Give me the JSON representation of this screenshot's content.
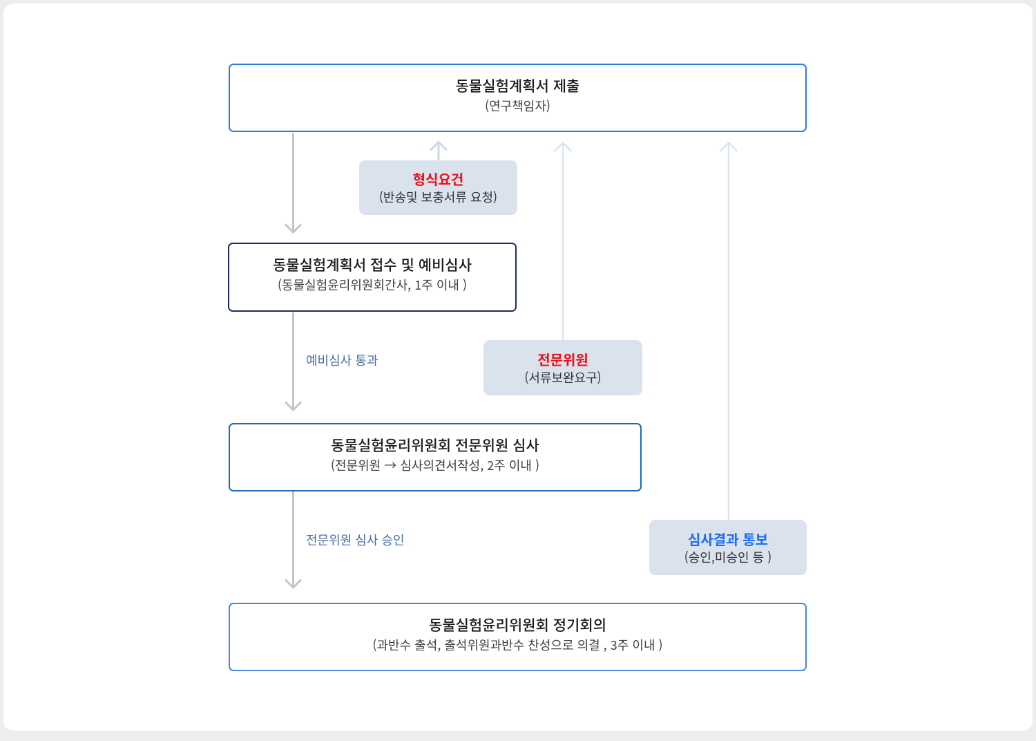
{
  "page": {
    "background_color": "#ededed",
    "card_background_color": "#ffffff"
  },
  "diagram": {
    "type": "flowchart",
    "language": "ko",
    "nodes": [
      {
        "id": "submit",
        "title": "동물실험계획서 제출",
        "subtitle": "(연구책임자)",
        "border_color": "#2e7cd9",
        "fill": "#ffffff"
      },
      {
        "id": "receipt",
        "title": "동물실험계획서 접수 및 예비심사",
        "subtitle": "(동물실험윤리위원회간사, 1주 이내 )",
        "border_color": "#1b2d5f",
        "fill": "#ffffff"
      },
      {
        "id": "expert_review",
        "title": "동물실험윤리위원회 전문위원 심사",
        "subtitle": "(전문위원 → 심사의견서작성, 2주 이내 )",
        "border_color": "#176cc0",
        "fill": "#ffffff"
      },
      {
        "id": "meeting",
        "title": "동물실험윤리위원회 정기회의",
        "subtitle": "(과반수 출석, 출석위원과반수 찬성으로 의결 , 3주 이내 )",
        "border_color": "#4288dd",
        "fill": "#ffffff"
      }
    ],
    "notes": [
      {
        "id": "formal",
        "title": "형식요건",
        "subtitle": "(반송및 보충서류 요청)",
        "title_color": "#e8131b",
        "fill": "#dae3ed"
      },
      {
        "id": "expert",
        "title": "전문위원",
        "subtitle": "(서류보완요구)",
        "title_color": "#e8131b",
        "fill": "#dae3ed"
      },
      {
        "id": "result",
        "title": "심사결과 통보",
        "subtitle": "(승인,미승인 등  )",
        "title_color": "#1b6ef2",
        "fill": "#dae3ed"
      }
    ],
    "edge_labels": [
      {
        "id": "pass",
        "text": "예비심사 통과",
        "color": "#4a6da6"
      },
      {
        "id": "approve",
        "text": "전문위원 심사 승인",
        "color": "#4a6da6"
      }
    ],
    "arrows": {
      "down_color": "#c5c5c5",
      "up_short_color": "#ccd7e4",
      "up_long_color": "#dce4ee"
    }
  }
}
